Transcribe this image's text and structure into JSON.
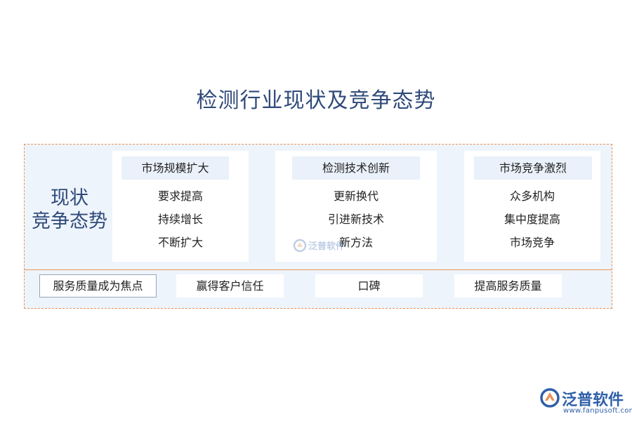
{
  "title": "检测行业现状及竞争态势",
  "side_label": {
    "line1": "现状",
    "line2": "竞争态势"
  },
  "panels": [
    {
      "heading": "市场规模扩大",
      "items": [
        "要求提高",
        "持续增长",
        "不断扩大"
      ]
    },
    {
      "heading": "检测技术创新",
      "items": [
        "更新换代",
        "引进新技术",
        "新方法"
      ]
    },
    {
      "heading": "市场竞争激烈",
      "items": [
        "众多机构",
        "集中度提高",
        "市场竞争"
      ]
    }
  ],
  "bottom_row": [
    "服务质量成为焦点",
    "赢得客户信任",
    "口碑",
    "提高服务质量"
  ],
  "watermark": {
    "text": "泛普软件",
    "icon": "fanpu-logo-icon"
  },
  "brand": {
    "name": "泛普软件",
    "url": "www.fanpusoft.com",
    "icon": "fanpu-logo-icon"
  },
  "colors": {
    "title": "#2f4a7a",
    "frame_border": "#e8935a",
    "frame_fill": "#eef4fb",
    "heading_fill": "#eaf1fa",
    "brand": "#2f5fa8"
  }
}
